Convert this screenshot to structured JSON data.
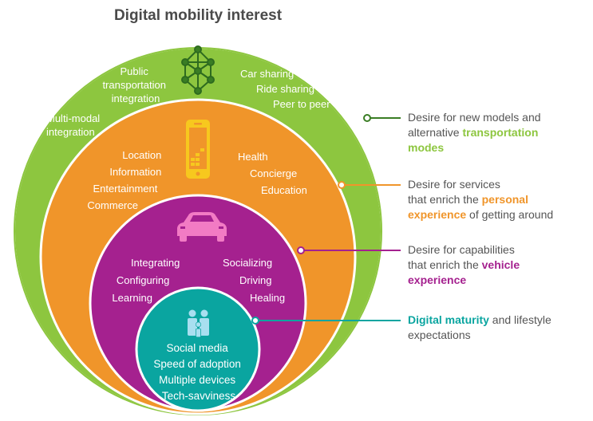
{
  "title": "Digital mobility interest",
  "colors": {
    "green": "#8dc63f",
    "orange": "#f0952a",
    "purple": "#a5218f",
    "teal": "#0aa5a0",
    "gray_text": "#555555",
    "white": "#ffffff"
  },
  "icons": {
    "outer": "network-mesh-icon",
    "second": "smartphone-icon",
    "third": "car-icon",
    "inner": "family-icon"
  },
  "layers": {
    "outer": {
      "left_lines": [
        "Public",
        "transportation",
        "integration"
      ],
      "left2_lines": [
        "Multi-modal",
        "integration"
      ],
      "right_lines": [
        "Car sharing",
        "Ride sharing",
        "Peer to peer"
      ]
    },
    "second": {
      "left_lines": [
        "Location",
        "Information",
        "Entertainment",
        "Commerce"
      ],
      "right_lines": [
        "Health",
        "Concierge",
        "Education"
      ]
    },
    "third": {
      "left_lines": [
        "Integrating",
        "Configuring",
        "Learning"
      ],
      "right_lines": [
        "Socializing",
        "Driving",
        "Healing"
      ]
    },
    "inner": {
      "lines": [
        "Social media",
        "Speed of adoption",
        "Multiple devices",
        "Tech-savviness"
      ]
    }
  },
  "annotations": {
    "a1": {
      "pre": "Desire for new models and",
      "mid": "alternative ",
      "hl": "transportation",
      "post": "modes"
    },
    "a2": {
      "pre": "Desire for services",
      "mid": "that enrich the ",
      "hl": "personal",
      "hl2": "experience",
      "post": " of getting around"
    },
    "a3": {
      "pre": "Desire for capabilities",
      "mid": "that enrich the ",
      "hl": "vehicle",
      "hl2": "experience"
    },
    "a4": {
      "hl": "Digital maturity",
      "post": " and lifestyle",
      "line2": "expectations"
    }
  }
}
